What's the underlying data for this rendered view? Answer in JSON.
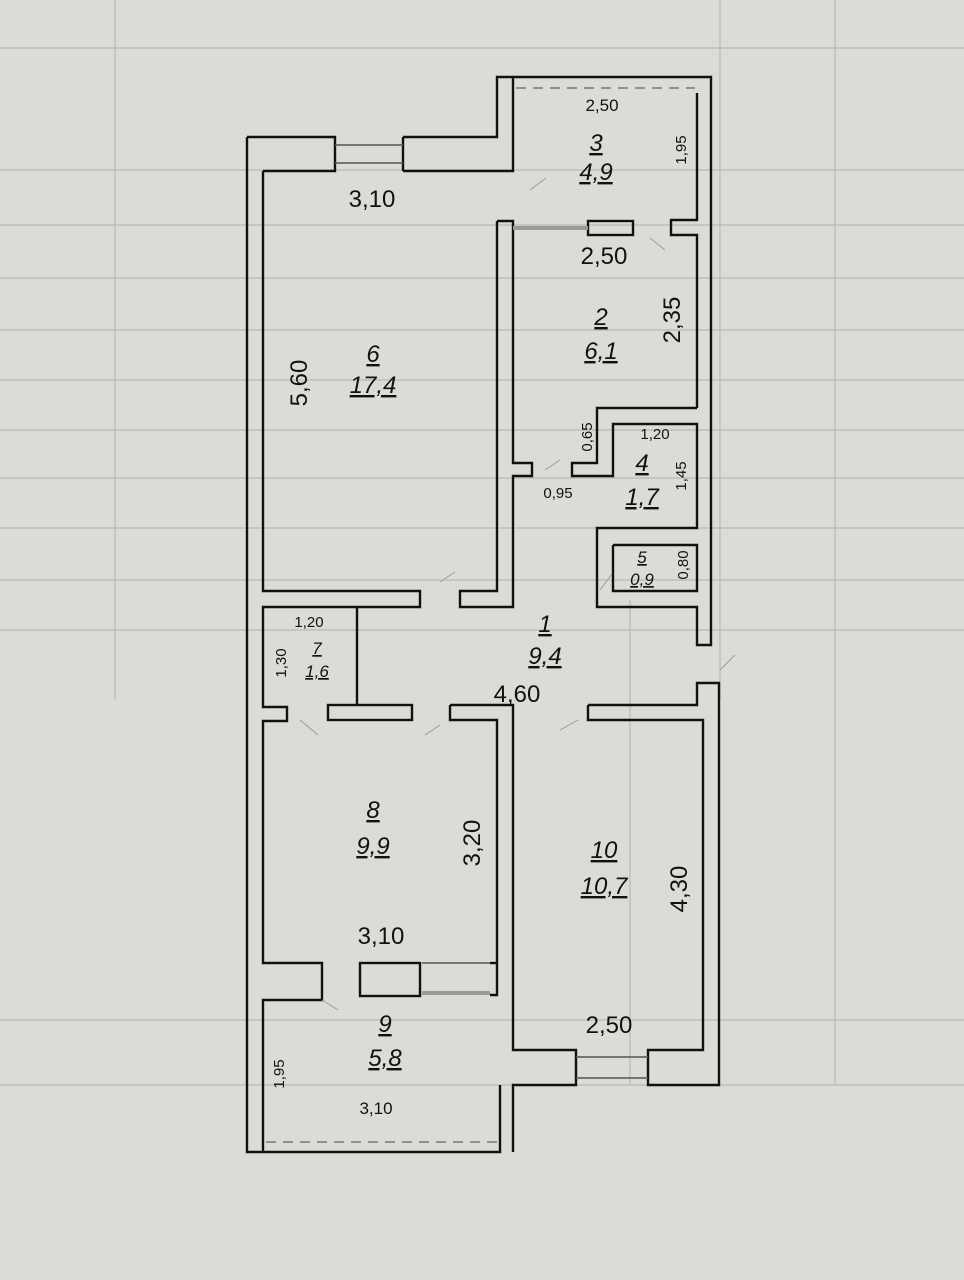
{
  "colors": {
    "wall": "#111111",
    "paper": "#dcdcd7",
    "faint_table": "#c4c4be"
  },
  "rooms": [
    {
      "id": "1",
      "number": "1",
      "area": "9,4"
    },
    {
      "id": "2",
      "number": "2",
      "area": "6,1"
    },
    {
      "id": "3",
      "number": "3",
      "area": "4,9"
    },
    {
      "id": "4",
      "number": "4",
      "area": "1,7"
    },
    {
      "id": "5",
      "number": "5",
      "area": "0,9"
    },
    {
      "id": "6",
      "number": "6",
      "area": "17,4"
    },
    {
      "id": "7",
      "number": "7",
      "area": "1,6"
    },
    {
      "id": "8",
      "number": "8",
      "area": "9,9"
    },
    {
      "id": "9",
      "number": "9",
      "area": "5,8"
    },
    {
      "id": "10",
      "number": "10",
      "area": "10,7"
    }
  ],
  "dimensions": {
    "r3_top": "2,50",
    "r3_side": "1,95",
    "r6_top": "3,10",
    "r6_side": "5,60",
    "r2_top": "2,50",
    "r2_side": "2,35",
    "r2_notch": "0,65",
    "corridor_notch": "0,95",
    "r4_top": "1,20",
    "r4_side": "1,45",
    "r5_side": "0,80",
    "r7_top": "1,20",
    "r7_side": "1,30",
    "corridor_len": "4,60",
    "r8_side": "3,20",
    "r8_bottom": "3,10",
    "r10_side": "4,30",
    "r10_bottom": "2,50",
    "r9_side": "1,95",
    "r9_bottom": "3,10"
  }
}
